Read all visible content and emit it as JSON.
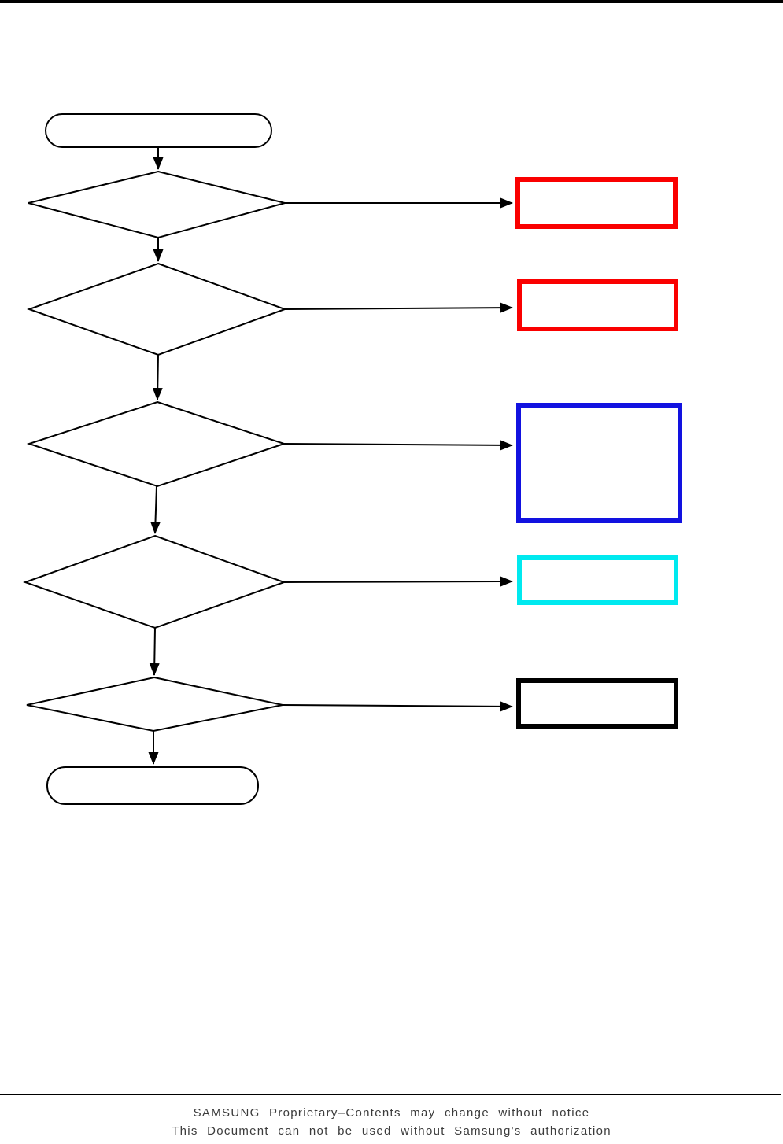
{
  "page": {
    "background": "#ffffff"
  },
  "colors": {
    "line": "#000000",
    "action_red": "#fa0000",
    "action_blue": "#1212e0",
    "action_cyan": "#00e9ef",
    "action_black": "#000000"
  },
  "flowchart": {
    "terminators": [
      {
        "id": "start",
        "type": "terminator",
        "label": ""
      },
      {
        "id": "end",
        "type": "terminator",
        "label": ""
      }
    ],
    "decisions": [
      {
        "id": "decision-1",
        "type": "decision",
        "label": ""
      },
      {
        "id": "decision-2",
        "type": "decision",
        "label": ""
      },
      {
        "id": "decision-3",
        "type": "decision",
        "label": ""
      },
      {
        "id": "decision-4",
        "type": "decision",
        "label": ""
      },
      {
        "id": "decision-5",
        "type": "decision",
        "label": ""
      }
    ],
    "actions": [
      {
        "id": "action-1",
        "type": "process",
        "label": "",
        "border_color": "#fa0000"
      },
      {
        "id": "action-2",
        "type": "process",
        "label": "",
        "border_color": "#fa0000"
      },
      {
        "id": "action-3",
        "type": "process",
        "label": "",
        "border_color": "#1212e0"
      },
      {
        "id": "action-4",
        "type": "process",
        "label": "",
        "border_color": "#00e9ef"
      },
      {
        "id": "action-5",
        "type": "process",
        "label": "",
        "border_color": "#000000"
      }
    ]
  },
  "footer": {
    "line1": "SAMSUNG Proprietary–Contents may change without notice",
    "line2": "This Document can not be used without Samsung's authorization"
  }
}
